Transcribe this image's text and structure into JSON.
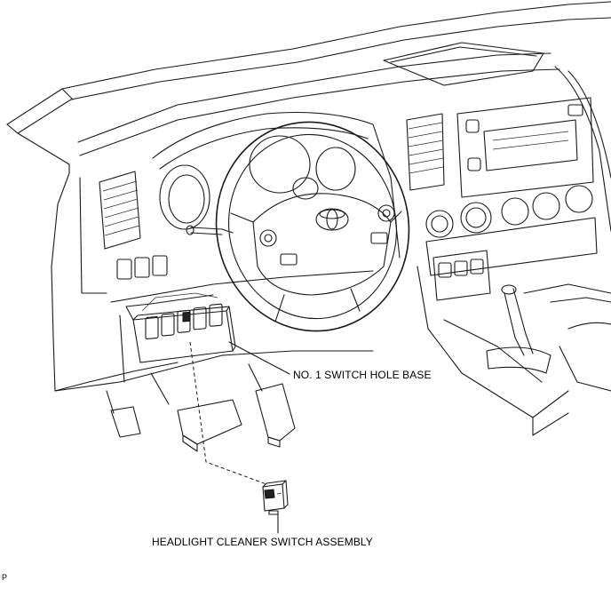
{
  "labels": {
    "switch_hole_base": "NO. 1 SWITCH HOLE BASE",
    "headlight_cleaner_switch": "HEADLIGHT CLEANER SWITCH ASSEMBLY",
    "figure_code": "P"
  }
}
